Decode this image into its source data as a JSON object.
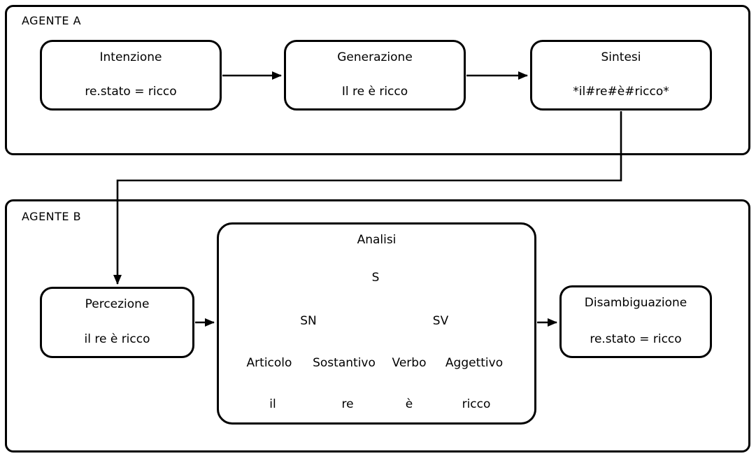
{
  "colors": {
    "stroke": "#000000",
    "background": "#ffffff"
  },
  "agent_a": {
    "label": "AGENTE A",
    "boxes": [
      {
        "title": "Intenzione",
        "value": "re.stato = ricco"
      },
      {
        "title": "Generazione",
        "value": "Il re è ricco"
      },
      {
        "title": "Sintesi",
        "value": "*il#re#è#ricco*"
      }
    ]
  },
  "agent_b": {
    "label": "AGENTE B",
    "perception": {
      "title": "Percezione",
      "value": "il re è ricco"
    },
    "analysis": {
      "title": "Analisi",
      "tree": {
        "root": "S",
        "phrases": [
          "SN",
          "SV"
        ],
        "categories": [
          "Articolo",
          "Sostantivo",
          "Verbo",
          "Aggettivo"
        ],
        "words": [
          "il",
          "re",
          "è",
          "ricco"
        ]
      }
    },
    "disambiguation": {
      "title": "Disambiguazione",
      "value": "re.stato = ricco"
    }
  }
}
